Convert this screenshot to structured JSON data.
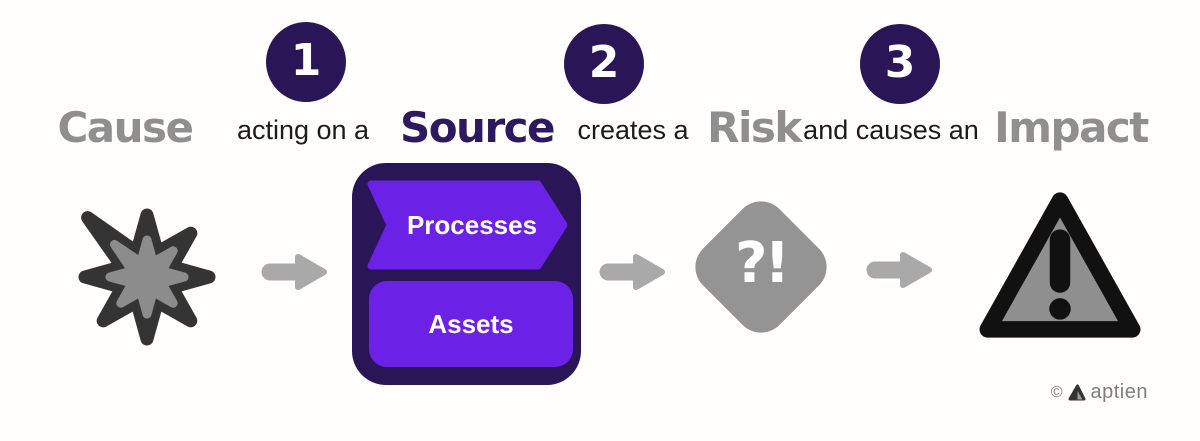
{
  "diagram_title": "Cause acting on a Source creates a Risk and causes an Impact",
  "steps": [
    "1",
    "2",
    "3"
  ],
  "phrase": {
    "cause": "Cause",
    "acting_on_a": "acting on a",
    "source": "Source",
    "creates_a": "creates a",
    "risk": "Risk",
    "and_causes_an": "and causes an",
    "impact": "Impact"
  },
  "source_box": {
    "items": [
      {
        "label": "Processes"
      },
      {
        "label": "Assets"
      }
    ]
  },
  "risk_icon": {
    "text": "?!"
  },
  "icons": {
    "cause": "starburst-icon",
    "flow": "right-arrow-icon",
    "risk": "question-exclamation-diamond-icon",
    "impact": "warning-triangle-icon",
    "brand": "aptien-logo-icon"
  },
  "footer": {
    "copyright_symbol": "©",
    "brand": "aptien"
  },
  "colors": {
    "background": "#fffefc",
    "indigo": "#2a1557",
    "heading_purple": "#2d1a5e",
    "bright_purple": "#6c21e6",
    "heading_gray": "#8f8f8f",
    "connector_text": "#1c1c1c",
    "arrow_gray": "#a9a9a9",
    "diamond_gray": "#949494",
    "star_dark": "#343434",
    "star_inner_gray": "#8c8c8c",
    "triangle_fill": "#8f8f8f",
    "triangle_border": "#111111",
    "brand_gray": "#7e7e7e"
  }
}
